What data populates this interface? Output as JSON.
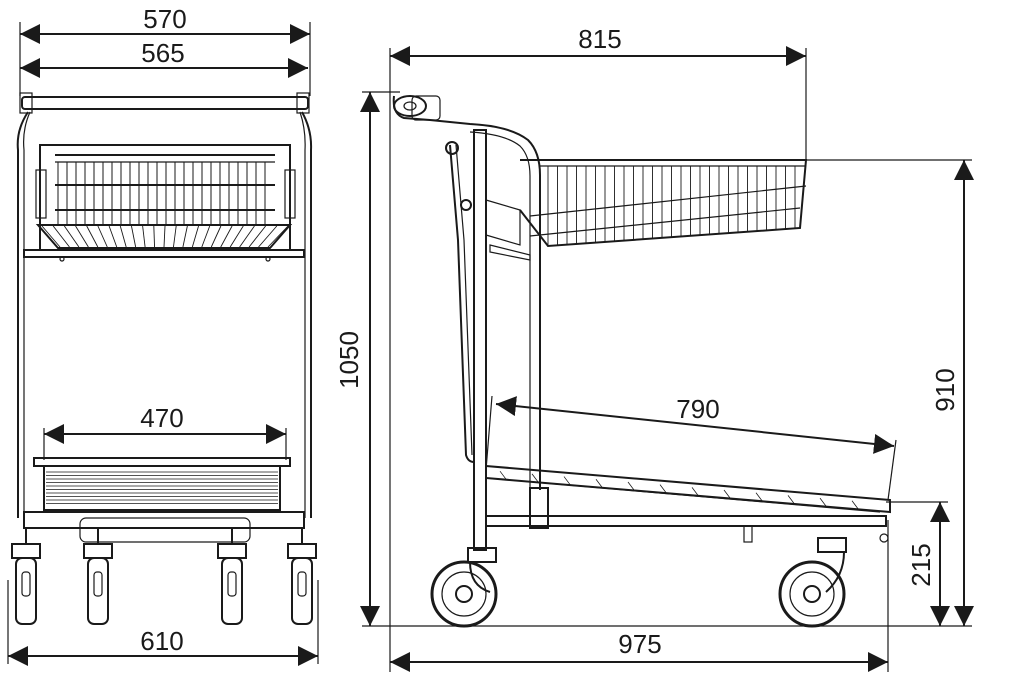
{
  "dimensions": {
    "front_top_outer": "570",
    "front_top_inner": "565",
    "front_lower_basket": "470",
    "front_base_width": "610",
    "side_top_length": "815",
    "side_height": "1050",
    "side_basket_height": "910",
    "side_lower_tray": "790",
    "side_base_height": "215",
    "side_base_length": "975"
  },
  "colors": {
    "line": "#1a1a1a",
    "background": "#ffffff"
  }
}
